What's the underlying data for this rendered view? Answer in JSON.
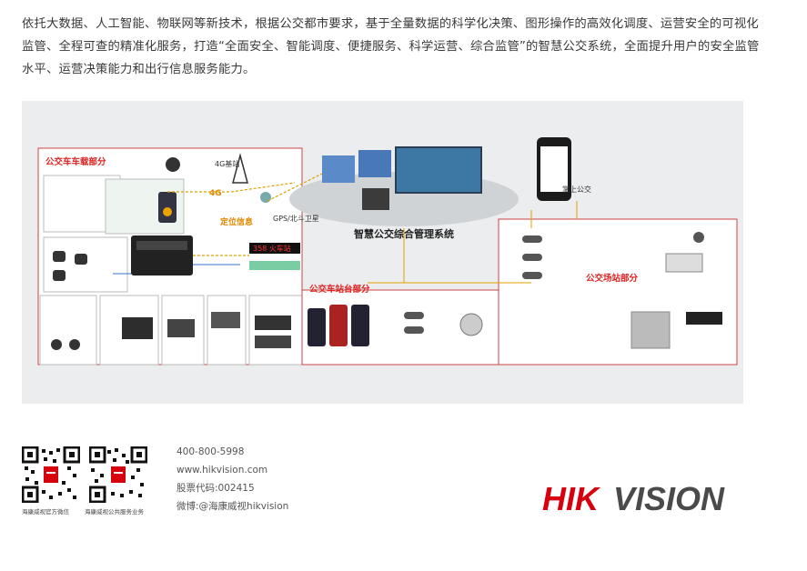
{
  "intro": "依托大数据、人工智能、物联网等新技术，根据公交都市要求，基于全量数据的科学化决策、图形操作的高效化调度、运营安全的可视化监管、全程可查的精准化服务，打造“全面安全、智能调度、便捷服务、科学运营、综合监管”的智慧公交系统，全面提升用户的安全监管水平、运营决策能力和出行信息服务能力。",
  "diagram": {
    "vehicle_section": "公交车车载部分",
    "station_section": "公交车站台部分",
    "yard_section": "公交场站部分",
    "center_title": "智慧公交综合管理系统",
    "app_label": "掌上公交",
    "gps_label": "GPS/北斗卫星",
    "net_4g": "4G",
    "tower_label": "4G基站",
    "positioning": "定位信息",
    "led_text": "358 火车站"
  },
  "qr": [
    {
      "caption": "海康威视官方微信"
    },
    {
      "caption": "海康威视公共服务业务"
    }
  ],
  "contact": {
    "phone": "400-800-5998",
    "website": "www.hikvision.com",
    "stock": "股票代码:002415",
    "weibo": "微博:@海康威视hikvision"
  },
  "brand": {
    "logo_text_a": "HIK",
    "logo_text_b": "VISION",
    "color_a": "#d7000f",
    "color_b": "#4a4a4a"
  }
}
